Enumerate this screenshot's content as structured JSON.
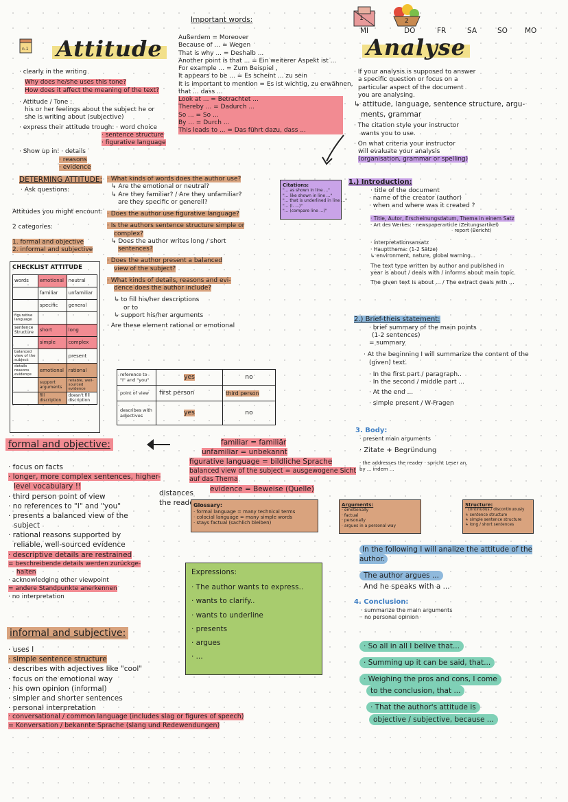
{
  "header": {
    "title_left": "Attitude",
    "title_right": "Analyse",
    "important_words_title": "Important words:",
    "days": [
      "MI",
      "DO",
      "FR",
      "SA",
      "SO",
      "MO"
    ],
    "day_numbers": [
      "1",
      "2"
    ]
  },
  "important_words": [
    "Außerdem = Moreover",
    "Because of ... = Wegen",
    "That is why ... = Deshalb ...",
    "Another point is that ... = Ein weiterer Aspekt ist ...",
    "For example ... = Zum Beispiel ,",
    "It appears to be ... = Es scheint ... zu sein",
    "It is important to mention = Es ist wichtig, zu erwähnen,",
    "that ...                 dass ...",
    "Look at ... = Betrachtet ...",
    "Thereby ... = Dadurch ...",
    "So ... = So ...",
    "By ... = Durch ...",
    "This leads to ... = Das führt dazu, dass ..."
  ],
  "attitude": {
    "lines": [
      "· clearly in the writing",
      "Why does he/she uses this tone?",
      "How does it affect the meaning of the text?",
      "· Attitude / Tone :",
      "his or her feelings about the subject he or",
      "she is writing about (subjective)",
      "· express their attitude trough: · word choice",
      "· sentence structure",
      "· figurative language",
      "· Show up in: · details",
      "· reasons",
      "· evidence"
    ],
    "determining_title": "DETERMING ATTITUDE:",
    "ask_questions": "· Ask questions:",
    "might_encount": "Attitudes you might encount:",
    "categories": "2 categories:",
    "cat1": "1. formal and objective",
    "cat2": "2. informal and subjective"
  },
  "questions": [
    "· What kinds of words does the author use?",
    "↳ Are the emotional or neutral?",
    "↳ Are they familiar? / Are they unfamiliar?",
    "are they specific or generell?",
    "· Does the author use figurative language?",
    "· Is the authors sentence structure simple or",
    "complex?",
    "↳ Does the author writes long / short",
    "sentences?",
    "· Does the author present a balanced",
    "view of the subject?",
    "· What kinds of details, reasons and evi-",
    "dence does the author include?",
    "↳ to fill his/her descriptions",
    "or to",
    "↳ support his/her arguments",
    "· Are these element rational or emotional"
  ],
  "citations": {
    "title": "Citations:",
    "items": [
      "\"... as shown in line ...\"",
      "\"... like shown in line ...\"",
      "\"... that is underlined in line ...\"",
      "\"... (l. ...)\"",
      "\"... (compare line ...)\""
    ]
  },
  "checklist": {
    "title": "CHECKLIST ATTITUDE",
    "rows": [
      [
        "words",
        "emotional",
        "neutral"
      ],
      [
        "",
        "familiar",
        "unfamiliar"
      ],
      [
        "",
        "specific",
        "general"
      ],
      [
        "figurative language",
        "",
        ""
      ],
      [
        "sentence Structure",
        "short",
        "long"
      ],
      [
        "",
        "simple",
        "complex"
      ],
      [
        "balanced view of the subject",
        "",
        "present"
      ],
      [
        "details reasons evidence",
        "emotional",
        "rational"
      ],
      [
        "",
        "support arguments",
        "reliable, well-sourced evidence"
      ],
      [
        "",
        "fill discription",
        "doesn't fill discription"
      ]
    ]
  },
  "evidence_table": {
    "rows": [
      [
        "reference to \"I\" and \"you\"",
        "yes",
        "no"
      ],
      [
        "point of view",
        "first person",
        "third person"
      ],
      [
        "describes with adjectives",
        "yes",
        "no"
      ]
    ]
  },
  "formal": {
    "title": "formal and objective:",
    "lines": [
      "· focus on facts",
      "· longer, more complex sentences, higher-",
      "level vocabulary !!",
      "· third person point of view",
      "· no references to \"I\" and \"you\"",
      "· presents a balanced view of the",
      "subject",
      "· rational reasons supported by",
      "reliable, well-sourced evidence",
      "· descriptive details are restrained",
      "= beschreibende details werden zurückge-",
      "halten",
      "· acknowledging other viewpoint",
      "= andere Standpunkte anerkennen",
      "· no interpretation"
    ],
    "distances": "distances the reader",
    "vocab": [
      "familiar = familiär",
      "unfamiliar = unbekannt",
      "figurative language = bildliche Sprache",
      "balanced view of the subject = ausgewogene Sicht auf das Thema",
      "evidence = Beweise (Quelle)"
    ]
  },
  "informal": {
    "title": "informal and subjective:",
    "lines": [
      "· uses I",
      "· simple sentence structure",
      "· describes with adjectives like \"cool\"",
      "· focus on the emotional way",
      "· his own opinion (informal)",
      "· simpler and shorter sentences",
      "· personal interpretation",
      "· conversational / common language (includes slag or figures of speech)",
      "= Konversation / bekannte Sprache (slang und Redewendungen)"
    ]
  },
  "glossary": {
    "title": "Glossary:",
    "lines": [
      "· formal language = many technical terms",
      "· colocial language = many simple words",
      "· stays factual (sachlich bleiben)"
    ]
  },
  "arguments_box": {
    "title": "Arguments:",
    "lines": [
      "· emotionally",
      "· factual",
      "· personally",
      "· argues in a personal way"
    ]
  },
  "structure_box": {
    "title": "Structure:",
    "lines": [
      "· continuous / discontinuously",
      "↳ sentence structure",
      "↳ simple sentence structure",
      "↳ long / short sentences"
    ]
  },
  "expressions": {
    "title": "Expressions:",
    "items": [
      "· The author wants to express..",
      "· wants to clarify..",
      "· wants to underline",
      "· presents",
      "· argues",
      "· ..."
    ]
  },
  "analyse": {
    "intro_lines": [
      "· If your analysis is supposed to answer",
      "a specific question or focus on a",
      "particular aspect of the document",
      "you are analysing.",
      "↳ attitude, language, sentence structure, argu-",
      "ments, grammar",
      "· The citation style your instructor",
      "wants you to use.",
      "· On what criteria your instructor",
      "will evaluate your analysis",
      "(organisation, grammar or spelling)"
    ],
    "s1_title": "1.) Introduction:",
    "s1_lines": [
      "· title of the document",
      "· name of the creator (author)",
      "· when and where was it created ?",
      "· Title, Autor, Erscheinungsdatum, Thema in einem Satz",
      "· Art des Werkes:   · newspaperarticle (Zeitungsartikel)",
      "· report   (Bericht)",
      "· interpretationsansatz",
      "· Hauptthema: (1-2 Sätze)",
      "↳ environment, nature, global warning...",
      "The text type written by author and published in",
      "year is about / deals with / informs about main topic.",
      "The given text is about ... / The extract deals with ..."
    ],
    "s2_title": "2.) Brief-theis statement:",
    "s2_lines": [
      "· brief summary of the main points",
      "(1-2 sentences)",
      "= summary",
      "· At the beginning I will summarize the content of the",
      "(given) text.",
      "· In the first part / paragraph..",
      "· In the second / middle part ...",
      "· At the end ...",
      "· simple present / W-Fragen"
    ],
    "s3_title": "3. Body:",
    "s3_lines": [
      "· present main arguments",
      "· Zitate + Begründung",
      "· the addresses the reader  · spricht Leser an,",
      "  by ...                        indem ..."
    ],
    "following": "In the following I will analize the attitude of the author.",
    "argues": "The author argues ...",
    "speaks": "And he speaks with a ...",
    "s4_title": "4. Conclusion:",
    "s4_lines": [
      "· summarize the main arguments",
      "· no personal opinion"
    ],
    "phrases": [
      "· So all in all I belive that...",
      "· Summing up it can be said, that...",
      "· Weighing the pros and cons, I come",
      "to the conclusion, that ...",
      "· That the author's attitude is",
      "objective / subjective, because ..."
    ]
  },
  "colors": {
    "red": "#f28b92",
    "brown": "#d9a37e",
    "teal": "#7fd0b6",
    "blue": "#8fb9dc",
    "purple": "#c9a3e8",
    "yellow": "#f2e08a",
    "green_box": "#a8cc6e"
  },
  "icons": [
    "notebook-icon",
    "calendar-icon",
    "fruit-basket-icon",
    "checkmark-icon",
    "arrow-icon"
  ]
}
